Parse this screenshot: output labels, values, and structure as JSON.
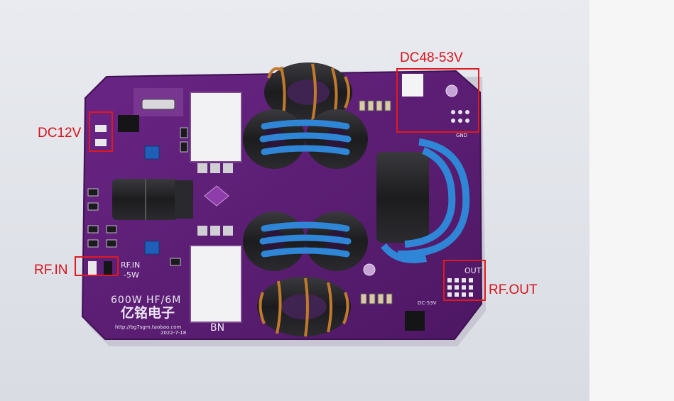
{
  "callouts": {
    "dc12v": "DC12V",
    "dc48_53v": "DC48-53V",
    "rf_in": "RF.IN",
    "rf_out": "RF.OUT"
  },
  "silkscreen": {
    "model": "600W HF/6M",
    "brand": "亿铭电子",
    "url": "http://bg7sgm.taobao.com",
    "date": "2022-7-18",
    "rf_in_label": "RF.IN",
    "power_label": "-5W",
    "bn_label": "BN",
    "out_label": "OUT",
    "dc53_label": "DC-53V",
    "gnd_label": "GND"
  },
  "colors": {
    "callout_red": "#e0191f",
    "pcb_purple": "#5b1d73",
    "toroid_blue": "#2f86d6",
    "copper_wire": "#c07a2c"
  }
}
